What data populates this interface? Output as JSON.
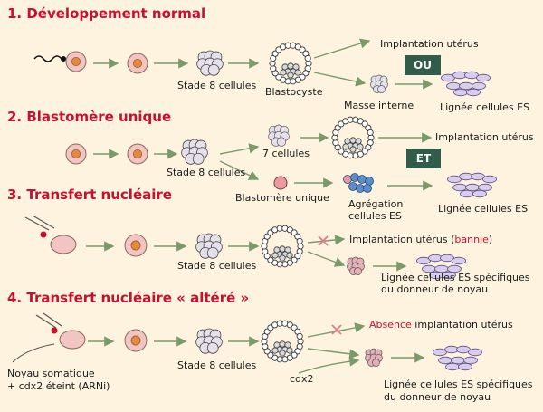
{
  "sections": [
    {
      "title": "1. Développement normal"
    },
    {
      "title": "2. Blastomère unique"
    },
    {
      "title": "3. Transfert nucléaire"
    },
    {
      "title": "4. Transfert nucléaire « altéré »"
    }
  ],
  "s1": {
    "stage8": "Stade 8 cellules",
    "blastocyste": "Blastocyste",
    "implantation": "Implantation utérus",
    "ou": "OU",
    "masse": "Masse interne",
    "lignee": "Lignée cellules ES"
  },
  "s2": {
    "stage8": "Stade 8 cellules",
    "seven": "7 cellules",
    "implantation": "Implantation utérus",
    "et": "ET",
    "blastomere": "Blastomère unique",
    "agregation1": "Agrégation",
    "agregation2": "cellules ES",
    "lignee": "Lignée cellules ES"
  },
  "s3": {
    "stage8": "Stade 8 cellules",
    "implantation": "Implantation utérus",
    "bannie": "bannie",
    "lignee1": "Lignée cellules ES spécifiques",
    "lignee2": "du donneur de noyau"
  },
  "s4": {
    "noyau1": "Noyau somatique",
    "noyau2": "+ cdx2 éteint (ARNi)",
    "stage8": "Stade 8 cellules",
    "absence": "Absence",
    "implantation": "implantation utérus",
    "cdx2": "cdx2",
    "lignee1": "Lignée cellules ES spécifiques",
    "lignee2": "du donneur de noyau"
  },
  "colors": {
    "title_red": "#c8102e",
    "box_green": "#2f5d4a",
    "arrow_green": "#7a9a6a",
    "cell_pink": "#f2c4c4",
    "nucleus_orange": "#e58a3a",
    "es_lavender": "#d9cdee",
    "agg_blue": "#5a8fc9"
  }
}
